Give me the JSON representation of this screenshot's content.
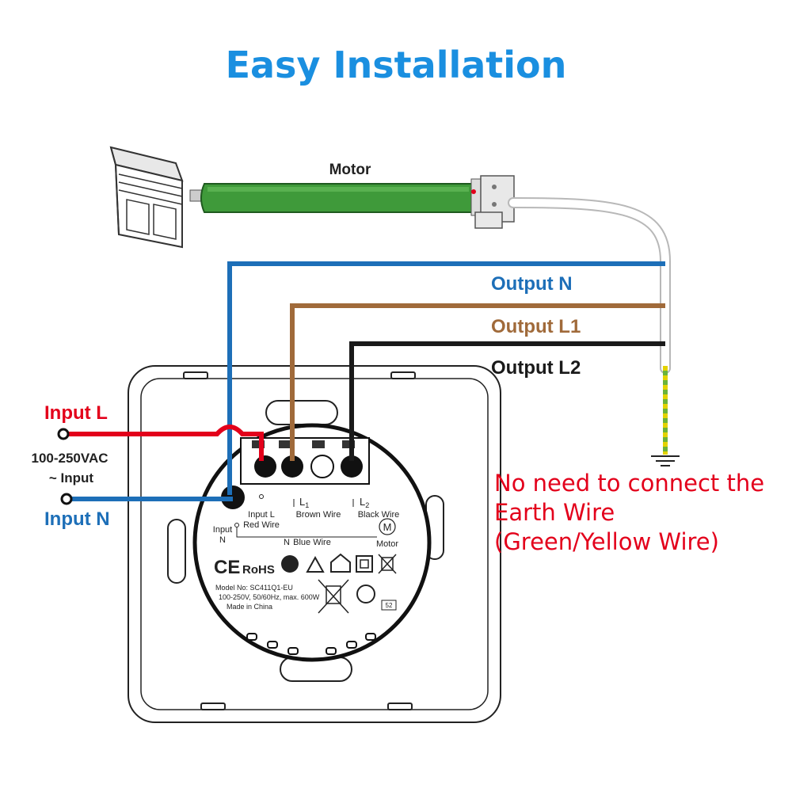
{
  "title": "Easy Installation",
  "motor_label": "Motor",
  "outputs": {
    "n": "Output N",
    "l1": "Output L1",
    "l2": "Output L2"
  },
  "inputs": {
    "l": "Input L",
    "voltage": "100-250VAC",
    "input": "~ Input",
    "n": "Input N"
  },
  "note": {
    "line1": "No need to connect the",
    "line2": "Earth Wire",
    "line3": "(Green/Yellow Wire)"
  },
  "terminals": {
    "input_l": "Input L",
    "red_wire": "Red Wire",
    "l1": "L",
    "l1_sub": "1",
    "brown_wire": "Brown Wire",
    "l2": "L",
    "l2_sub": "2",
    "black_wire": "Black Wire",
    "input_n_top": "Input",
    "input_n_bottom": "N",
    "n": "N",
    "blue_wire": "Blue Wire",
    "motor": "Motor",
    "motor_symbol": "M"
  },
  "certifications": {
    "ce": "CE",
    "rohs": "RoHS"
  },
  "specs": {
    "model": "Model No: SC411Q1-EU",
    "rating": "100-250V, 50/60Hz, max. 600W",
    "origin": "Made in China",
    "badge": "52"
  },
  "colors": {
    "title": "#1a8fe0",
    "neutral_wire": "#1d6fb8",
    "live_wire": "#e3001b",
    "brown_wire": "#a06a3a",
    "black_wire": "#1a1a1a",
    "earth_green": "#6bb33a",
    "earth_yellow": "#e3d200",
    "motor_green": "#3f9a3a",
    "note": "#e3001b"
  }
}
